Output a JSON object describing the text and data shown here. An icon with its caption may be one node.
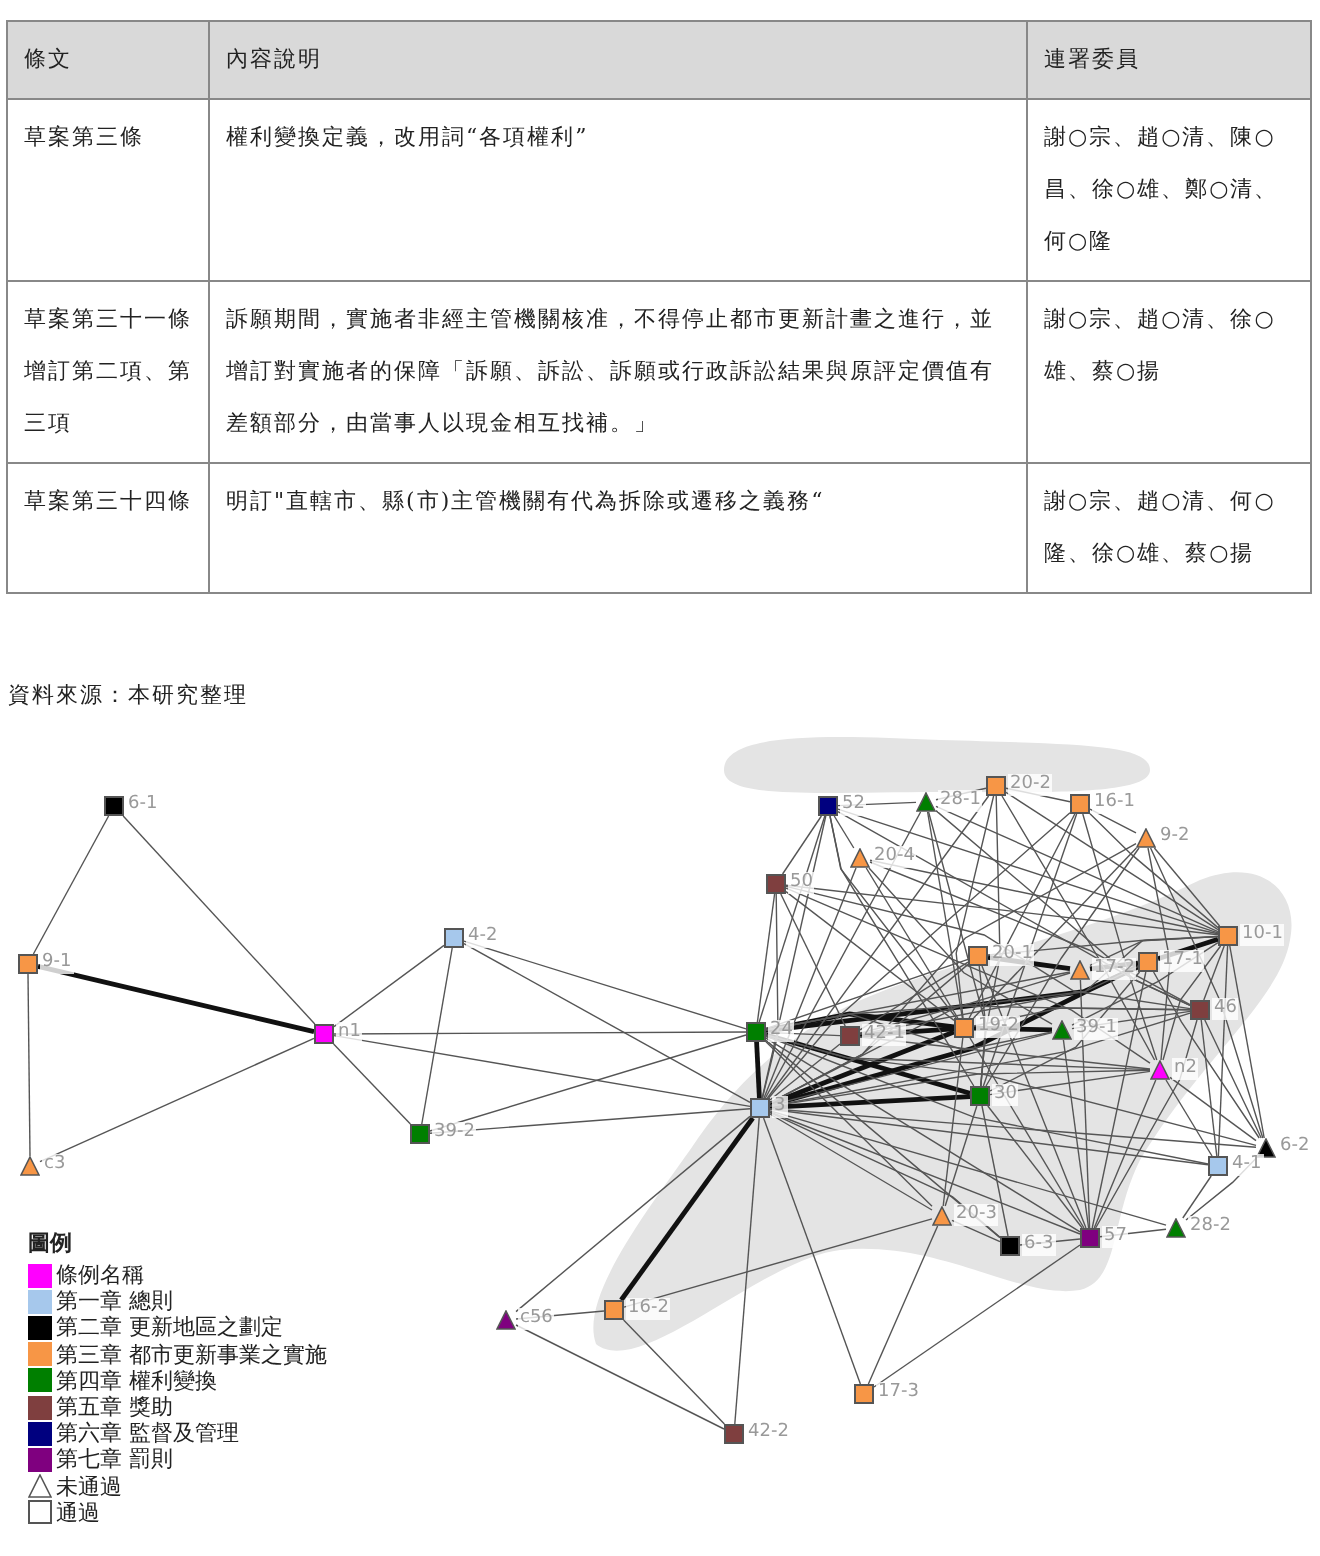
{
  "diagram": {
    "nodes": [
      {
        "text": [],
        "shape": "box",
        "beside": [
          "6-1"
        ]
      },
      {
        "text": [],
        "shape": "box",
        "beside": [
          "52"
        ]
      },
      {
        "text": [],
        "shape": "triangle",
        "beside": [
          "28-1"
        ]
      },
      {
        "text": [],
        "shape": "box",
        "beside": [
          "20-2"
        ]
      },
      {
        "text": [],
        "shape": "box",
        "beside": [
          "16-1"
        ]
      },
      {
        "text": [],
        "shape": "triangle",
        "beside": [
          "9-2"
        ]
      },
      {
        "text": [],
        "shape": "triangle",
        "beside": [
          "20-4"
        ]
      },
      {
        "text": [],
        "shape": "box",
        "beside": [
          "50"
        ]
      },
      {
        "text": [],
        "shape": "box",
        "beside": [
          "4-2"
        ]
      },
      {
        "text": [],
        "shape": "box",
        "beside": [
          "10-1"
        ]
      },
      {
        "text": [],
        "shape": "box",
        "beside": [
          "9-1"
        ]
      },
      {
        "text": [],
        "shape": "box",
        "beside": [
          "20-1"
        ]
      },
      {
        "text": [],
        "shape": "triangle",
        "beside": [
          "17-2"
        ]
      },
      {
        "text": [],
        "shape": "box",
        "beside": [
          "17-1"
        ]
      },
      {
        "text": [],
        "shape": "box",
        "beside": [
          "46"
        ]
      },
      {
        "text": [],
        "shape": "box",
        "beside": [
          "24"
        ]
      },
      {
        "text": [],
        "shape": "box",
        "beside": [
          "42-1"
        ]
      },
      {
        "text": [],
        "shape": "box",
        "beside": [
          "19-2"
        ]
      },
      {
        "text": [],
        "shape": "triangle",
        "beside": [
          "39-1"
        ]
      },
      {
        "text": [],
        "shape": "box",
        "beside": [
          "n1"
        ]
      },
      {
        "text": [],
        "shape": "triangle",
        "beside": [
          "n2"
        ]
      },
      {
        "text": [],
        "shape": "box",
        "beside": [
          "30"
        ]
      },
      {
        "text": [],
        "shape": "box",
        "beside": [
          "3"
        ]
      },
      {
        "text": [],
        "shape": "box",
        "beside": [
          "39-2"
        ]
      },
      {
        "text": [],
        "shape": "triangle",
        "beside": [
          "6-2"
        ]
      },
      {
        "text": [],
        "shape": "box",
        "beside": [
          "4-1"
        ]
      },
      {
        "text": [],
        "shape": "triangle",
        "beside": [
          "c3"
        ]
      },
      {
        "text": [],
        "shape": "triangle",
        "beside": [
          "20-3"
        ]
      },
      {
        "text": [],
        "shape": "triangle",
        "beside": [
          "28-2"
        ]
      },
      {
        "text": [],
        "shape": "box",
        "beside": [
          "57"
        ]
      },
      {
        "text": [],
        "shape": "box",
        "beside": [
          "6-3"
        ]
      },
      {
        "text": [],
        "shape": "box",
        "beside": [
          "16-2"
        ]
      },
      {
        "text": [],
        "shape": "triangle",
        "beside": [
          "c56"
        ]
      },
      {
        "text": [],
        "shape": "box",
        "beside": [
          "17-3"
        ]
      },
      {
        "text": [],
        "shape": "box",
        "beside": [
          "42-2"
        ]
      }
    ],
    "edges": [
      {
        "from": 0,
        "to": 10,
        "arrow": "none"
      },
      {
        "from": 0,
        "to": 19,
        "arrow": "none"
      },
      {
        "from": 10,
        "to": 19,
        "arrow": "none",
        "style": "thick"
      },
      {
        "from": 10,
        "to": 26,
        "arrow": "none"
      },
      {
        "from": 26,
        "to": 19,
        "arrow": "none"
      },
      {
        "from": 19,
        "to": 8,
        "arrow": "none"
      },
      {
        "from": 19,
        "to": 23,
        "arrow": "none"
      },
      {
        "from": 8,
        "to": 23,
        "arrow": "none"
      },
      {
        "from": 19,
        "to": 15,
        "arrow": "none"
      },
      {
        "from": 19,
        "to": 22,
        "arrow": "none"
      },
      {
        "from": 8,
        "to": 15,
        "arrow": "none"
      },
      {
        "from": 8,
        "to": 22,
        "arrow": "none"
      },
      {
        "from": 23,
        "to": 15,
        "arrow": "none"
      },
      {
        "from": 23,
        "to": 22,
        "arrow": "none"
      },
      {
        "from": 22,
        "to": 31,
        "arrow": "none",
        "style": "thick"
      },
      {
        "from": 22,
        "to": 32,
        "arrow": "none"
      },
      {
        "from": 22,
        "to": 34,
        "arrow": "none"
      },
      {
        "from": 22,
        "to": 33,
        "arrow": "none"
      },
      {
        "from": 31,
        "to": 32,
        "arrow": "none"
      },
      {
        "from": 32,
        "to": 34,
        "arrow": "none"
      },
      {
        "from": 31,
        "to": 34,
        "arrow": "none"
      },
      {
        "from": 31,
        "to": 27,
        "arrow": "none"
      },
      {
        "from": 27,
        "to": 33,
        "arrow": "none"
      },
      {
        "from": 33,
        "to": 29,
        "arrow": "none"
      },
      {
        "from": 22,
        "to": 27,
        "arrow": "none"
      },
      {
        "from": 22,
        "to": 29,
        "arrow": "none"
      },
      {
        "from": 22,
        "to": 30,
        "arrow": "none"
      },
      {
        "from": 15,
        "to": 22,
        "arrow": "none",
        "style": "thick"
      },
      {
        "from": 15,
        "to": 21,
        "arrow": "none",
        "style": "thick"
      },
      {
        "from": 22,
        "to": 21,
        "arrow": "none",
        "style": "thick"
      },
      {
        "from": 22,
        "to": 17,
        "arrow": "none",
        "style": "thick"
      },
      {
        "from": 15,
        "to": 17,
        "arrow": "none",
        "style": "thick"
      },
      {
        "from": 15,
        "to": 13,
        "arrow": "none",
        "style": "thick"
      },
      {
        "from": 22,
        "to": 13,
        "arrow": "none",
        "style": "thick"
      },
      {
        "from": 16,
        "to": 17,
        "arrow": "none",
        "style": "thick"
      },
      {
        "from": 17,
        "to": 18,
        "arrow": "none",
        "style": "thick"
      },
      {
        "from": 11,
        "to": 12,
        "arrow": "none",
        "style": "thick"
      },
      {
        "from": 12,
        "to": 13,
        "arrow": "none",
        "style": "thick"
      },
      {
        "from": 13,
        "to": 9,
        "arrow": "none",
        "style": "thick"
      },
      {
        "from": 15,
        "to": 12,
        "arrow": "none"
      },
      {
        "from": 22,
        "to": 12,
        "arrow": "none"
      },
      {
        "from": 22,
        "to": 11,
        "arrow": "none"
      },
      {
        "from": 15,
        "to": 11,
        "arrow": "none"
      },
      {
        "from": 21,
        "to": 11,
        "arrow": "none"
      },
      {
        "from": 21,
        "to": 13,
        "arrow": "none"
      },
      {
        "from": 21,
        "to": 20,
        "arrow": "none"
      },
      {
        "from": 18,
        "to": 14,
        "arrow": "none"
      },
      {
        "from": 17,
        "to": 14,
        "arrow": "none"
      },
      {
        "from": 12,
        "to": 9,
        "arrow": "none"
      },
      {
        "from": 11,
        "to": 9,
        "arrow": "none"
      },
      {
        "from": 1,
        "to": 2,
        "arrow": "none"
      },
      {
        "from": 2,
        "to": 3,
        "arrow": "none"
      },
      {
        "from": 3,
        "to": 4,
        "arrow": "none"
      },
      {
        "from": 4,
        "to": 5,
        "arrow": "none"
      },
      {
        "from": 1,
        "to": 7,
        "arrow": "none"
      },
      {
        "from": 1,
        "to": 6,
        "arrow": "none"
      },
      {
        "from": 7,
        "to": 15,
        "arrow": "none"
      },
      {
        "from": 1,
        "to": 15,
        "arrow": "none"
      },
      {
        "from": 1,
        "to": 22,
        "arrow": "none"
      },
      {
        "from": 2,
        "to": 22,
        "arrow": "none"
      },
      {
        "from": 3,
        "to": 22,
        "arrow": "none"
      },
      {
        "from": 4,
        "to": 22,
        "arrow": "none"
      },
      {
        "from": 5,
        "to": 22,
        "arrow": "none"
      },
      {
        "from": 6,
        "to": 22,
        "arrow": "none"
      },
      {
        "from": 7,
        "to": 22,
        "arrow": "none"
      },
      {
        "from": 1,
        "to": 9,
        "arrow": "none"
      },
      {
        "from": 2,
        "to": 9,
        "arrow": "none"
      },
      {
        "from": 3,
        "to": 9,
        "arrow": "none"
      },
      {
        "from": 4,
        "to": 9,
        "arrow": "none"
      },
      {
        "from": 5,
        "to": 9,
        "arrow": "none"
      },
      {
        "from": 6,
        "to": 9,
        "arrow": "none"
      },
      {
        "from": 7,
        "to": 9,
        "arrow": "none"
      },
      {
        "from": 3,
        "to": 21,
        "arrow": "none"
      },
      {
        "from": 4,
        "to": 21,
        "arrow": "none"
      },
      {
        "from": 5,
        "to": 21,
        "arrow": "none"
      },
      {
        "from": 2,
        "to": 21,
        "arrow": "none"
      },
      {
        "from": 1,
        "to": 21,
        "arrow": "none"
      },
      {
        "from": 5,
        "to": 24,
        "arrow": "none"
      },
      {
        "from": 9,
        "to": 24,
        "arrow": "none"
      },
      {
        "from": 9,
        "to": 25,
        "arrow": "none"
      },
      {
        "from": 9,
        "to": 14,
        "arrow": "none"
      },
      {
        "from": 14,
        "to": 24,
        "arrow": "none"
      },
      {
        "from": 20,
        "to": 24,
        "arrow": "none"
      },
      {
        "from": 20,
        "to": 25,
        "arrow": "none"
      },
      {
        "from": 14,
        "to": 25,
        "arrow": "none"
      },
      {
        "from": 25,
        "to": 28,
        "arrow": "none"
      },
      {
        "from": 24,
        "to": 28,
        "arrow": "none"
      },
      {
        "from": 13,
        "to": 24,
        "arrow": "none"
      },
      {
        "from": 15,
        "to": 24,
        "arrow": "none"
      },
      {
        "from": 22,
        "to": 24,
        "arrow": "none"
      },
      {
        "from": 22,
        "to": 25,
        "arrow": "none"
      },
      {
        "from": 15,
        "to": 25,
        "arrow": "none"
      },
      {
        "from": 22,
        "to": 28,
        "arrow": "none"
      },
      {
        "from": 15,
        "to": 29,
        "arrow": "none"
      },
      {
        "from": 15,
        "to": 30,
        "arrow": "none"
      },
      {
        "from": 21,
        "to": 29,
        "arrow": "none"
      },
      {
        "from": 21,
        "to": 30,
        "arrow": "none"
      },
      {
        "from": 17,
        "to": 29,
        "arrow": "none"
      },
      {
        "from": 18,
        "to": 29,
        "arrow": "none"
      },
      {
        "from": 20,
        "to": 29,
        "arrow": "none"
      },
      {
        "from": 14,
        "to": 29,
        "arrow": "none"
      },
      {
        "from": 13,
        "to": 29,
        "arrow": "none"
      },
      {
        "from": 11,
        "to": 29,
        "arrow": "none"
      },
      {
        "from": 12,
        "to": 29,
        "arrow": "none"
      },
      {
        "from": 21,
        "to": 27,
        "arrow": "none"
      },
      {
        "from": 17,
        "to": 27,
        "arrow": "none"
      },
      {
        "from": 15,
        "to": 27,
        "arrow": "none"
      },
      {
        "from": 28,
        "to": 29,
        "arrow": "none"
      },
      {
        "from": 30,
        "to": 29,
        "arrow": "none"
      },
      {
        "from": 27,
        "to": 30,
        "arrow": "none"
      },
      {
        "from": 6,
        "to": 17,
        "arrow": "none"
      },
      {
        "from": 6,
        "to": 18,
        "arrow": "none"
      },
      {
        "from": 7,
        "to": 16,
        "arrow": "none"
      },
      {
        "from": 7,
        "to": 17,
        "arrow": "none"
      },
      {
        "from": 2,
        "to": 17,
        "arrow": "none"
      },
      {
        "from": 3,
        "to": 17,
        "arrow": "none"
      },
      {
        "from": 4,
        "to": 17,
        "arrow": "none"
      },
      {
        "from": 5,
        "to": 17,
        "arrow": "none"
      },
      {
        "from": 1,
        "to": 17,
        "arrow": "none"
      },
      {
        "from": 16,
        "to": 9,
        "arrow": "none"
      },
      {
        "from": 16,
        "to": 11,
        "arrow": "none"
      },
      {
        "from": 16,
        "to": 13,
        "arrow": "none"
      },
      {
        "from": 18,
        "to": 9,
        "arrow": "none"
      },
      {
        "from": 20,
        "to": 9,
        "arrow": "none"
      },
      {
        "from": 5,
        "to": 20,
        "arrow": "none"
      },
      {
        "from": 4,
        "to": 20,
        "arrow": "none"
      },
      {
        "from": 3,
        "to": 20,
        "arrow": "none"
      },
      {
        "from": 2,
        "to": 14,
        "arrow": "none"
      },
      {
        "from": 1,
        "to": 14,
        "arrow": "none"
      },
      {
        "from": 6,
        "to": 14,
        "arrow": "none"
      },
      {
        "from": 7,
        "to": 14,
        "arrow": "none"
      },
      {
        "from": 7,
        "to": 20,
        "arrow": "none"
      },
      {
        "from": 16,
        "to": 20,
        "arrow": "none"
      },
      {
        "from": 15,
        "to": 20,
        "arrow": "none"
      },
      {
        "from": 22,
        "to": 20,
        "arrow": "none"
      },
      {
        "from": 22,
        "to": 14,
        "arrow": "none"
      },
      {
        "from": 15,
        "to": 14,
        "arrow": "none"
      },
      {
        "from": 22,
        "to": 18,
        "arrow": "none"
      },
      {
        "from": 15,
        "to": 18,
        "arrow": "none"
      },
      {
        "from": 22,
        "to": 16,
        "arrow": "none"
      },
      {
        "from": 15,
        "to": 16,
        "arrow": "none"
      }
    ],
    "labels": [
      "條文",
      "內容說明",
      "連署委員",
      "草案第三條",
      "權利變換定義，改用詞“各項權利”",
      "謝○宗、趙○清、陳○昌、徐○雄、鄭○清、何○隆",
      "草案第三十一條增訂第二項、第三項",
      "訴願期間，實施者非經主管機關核准，不得停止都市更新計畫之進行，並增訂對實施者的保障「訴願、訴訟、訴願或行政訴訟結果與原評定價值有差額部分，由當事人以現金相互找補。」",
      "謝○宗、趙○清、徐○雄、蔡○揚",
      "草案第三十四條",
      "明訂\"直轄市、縣(市)主管機關有代為拆除或遷移之義務“",
      "謝○宗、趙○清、何○隆、徐○雄、蔡○揚",
      "資料來源：本研究整理",
      "圖例"
    ],
    "legend": [
      {
        "text": "條例名稱",
        "color": "#ff00ff"
      },
      {
        "text": "第一章 總則",
        "color": "#a6c8ec"
      },
      {
        "text": "第二章 更新地區之劃定",
        "color": "#000000"
      },
      {
        "text": "第三章 都市更新事業之實施",
        "color": "#f79646"
      },
      {
        "text": "第四章 權利變換",
        "color": "#007f00"
      },
      {
        "text": "第五章 獎助",
        "color": "#7f3f3f"
      },
      {
        "text": "第六章 監督及管理",
        "color": "#00007f"
      },
      {
        "text": "第七章 罰則",
        "color": "#7f007f"
      },
      {
        "text": "未通過"
      },
      {
        "text": "通過"
      }
    ]
  }
}
